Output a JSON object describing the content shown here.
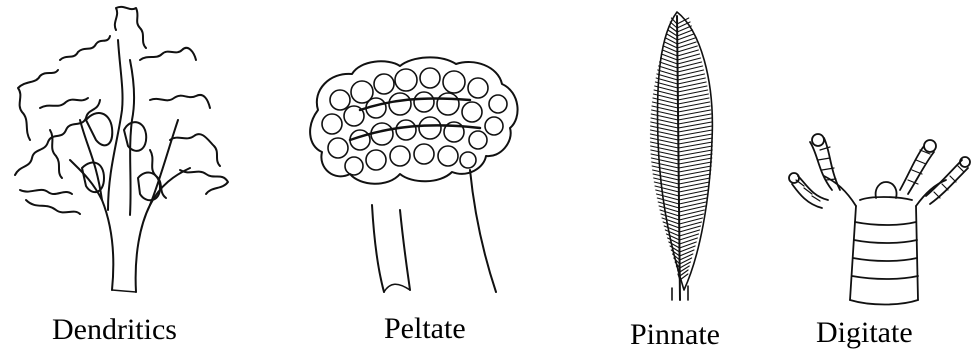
{
  "figures": [
    {
      "id": "dendritic",
      "label": "Dendritics"
    },
    {
      "id": "peltate",
      "label": "Peltate"
    },
    {
      "id": "pinnate",
      "label": "Pinnate"
    },
    {
      "id": "digitate",
      "label": "Digitate"
    }
  ],
  "colors": {
    "ink": "#111111",
    "background": "#ffffff"
  }
}
